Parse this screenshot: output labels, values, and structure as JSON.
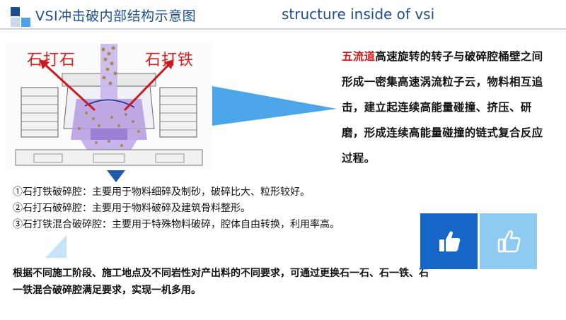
{
  "header": {
    "title_cn": "VSI冲击破内部结构示意图",
    "title_en": "structure inside of vsi",
    "accent_dark": "#1e4e8c",
    "accent_light": "#4aa3e8"
  },
  "diagram": {
    "label_left": "石打石",
    "label_right": "石打铁",
    "label_color": "#d81e1e"
  },
  "description": {
    "highlight": "五流道",
    "text": "高速旋转的转子与破碎腔桶壁之间形成一密集高速涡流粒子云，物料相互追击，建立起连续高能量碰撞、挤压、研磨，形成连续高能量碰撞的链式复合反应过程。"
  },
  "chambers": [
    "①石打铁破碎腔：主要用于物料细碎及制砂，破碎比大、粒形较好。",
    "②石打石破碎腔：主要用于物料破碎及建筑骨料整形。",
    "③石打铁混合破碎腔：主要用于特殊物料破碎，腔体自由转换，利用率高。"
  ],
  "summary": "根据不同施工阶段、施工地点及不同岩性对产出料的不同要求，可通过更换石一石、石一铁、石一铁混合破碎腔满足要求，实现一机多用。",
  "icons": {
    "thumb_left": "thumbs-up-icon",
    "thumb_right": "thumbs-up-outline-icon",
    "tile_left_color": "#1566c6",
    "tile_right_color": "#8fcaf3"
  }
}
